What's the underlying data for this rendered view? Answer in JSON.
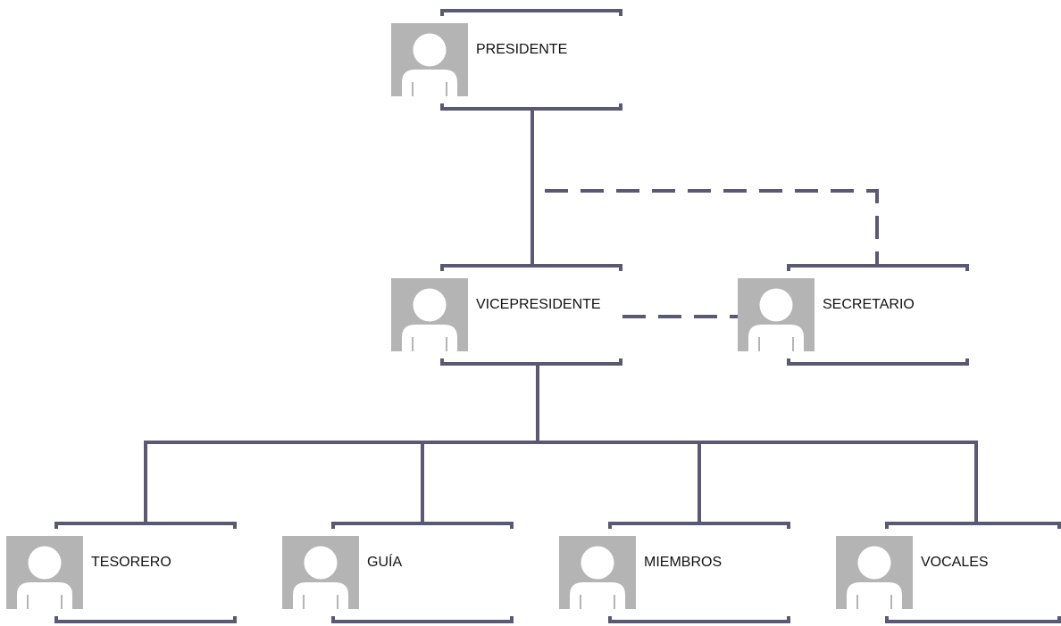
{
  "colors": {
    "line": "#5b5873",
    "avatar_bg": "#b4b4b4",
    "avatar_fg": "#ffffff",
    "text": "#111111"
  },
  "nodes": [
    {
      "id": "presidente",
      "label": "PRESIDENTE",
      "icon": "person-icon"
    },
    {
      "id": "vicepresidente",
      "label": "VICEPRESIDENTE",
      "icon": "person-icon"
    },
    {
      "id": "secretario",
      "label": "SECRETARIO",
      "icon": "person-icon"
    },
    {
      "id": "tesorero",
      "label": "TESORERO",
      "icon": "person-icon"
    },
    {
      "id": "guia",
      "label": "GUÍA",
      "icon": "person-icon"
    },
    {
      "id": "miembros",
      "label": "MIEMBROS",
      "icon": "person-icon"
    },
    {
      "id": "vocales",
      "label": "VOCALES",
      "icon": "person-icon"
    }
  ],
  "edges": [
    {
      "from": "presidente",
      "to": "vicepresidente",
      "style": "solid"
    },
    {
      "from": "presidente",
      "to": "secretario",
      "style": "dashed"
    },
    {
      "from": "vicepresidente",
      "to": "secretario",
      "style": "dashed"
    },
    {
      "from": "vicepresidente",
      "to": "tesorero",
      "style": "solid"
    },
    {
      "from": "vicepresidente",
      "to": "guia",
      "style": "solid"
    },
    {
      "from": "vicepresidente",
      "to": "miembros",
      "style": "solid"
    },
    {
      "from": "vicepresidente",
      "to": "vocales",
      "style": "solid"
    }
  ]
}
